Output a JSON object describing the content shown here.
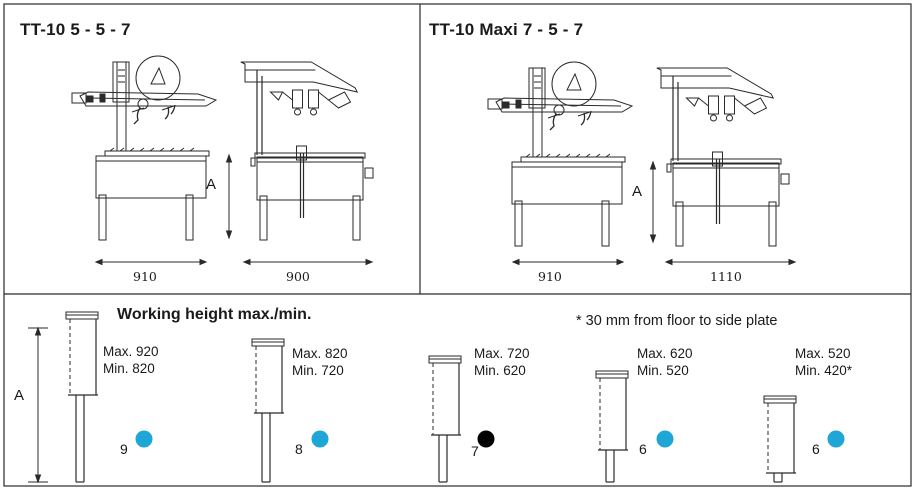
{
  "panels": [
    {
      "title": "TT-10  5 - 5 - 7",
      "width_front": "910",
      "width_side": "900",
      "height_label": "A"
    },
    {
      "title": "TT-10 Maxi  7 - 5 - 7",
      "width_front": "910",
      "width_side": "1110",
      "height_label": "A"
    }
  ],
  "working_height": {
    "title": "Working height max./min.",
    "note": "* 30 mm from floor to side plate",
    "axis_label": "A",
    "levels": [
      {
        "max": "Max. 920",
        "min": "Min. 820",
        "level": "9",
        "color": "#1ea6d6"
      },
      {
        "max": "Max. 820",
        "min": "Min. 720",
        "level": "8",
        "color": "#1ea6d6"
      },
      {
        "max": "Max. 720",
        "min": "Min. 620",
        "level": "7",
        "color": "#000000"
      },
      {
        "max": "Max. 620",
        "min": "Min. 520",
        "level": "6",
        "color": "#1ea6d6"
      },
      {
        "max": "Max. 520",
        "min": "Min. 420*",
        "level": "6",
        "color": "#1ea6d6"
      }
    ]
  }
}
